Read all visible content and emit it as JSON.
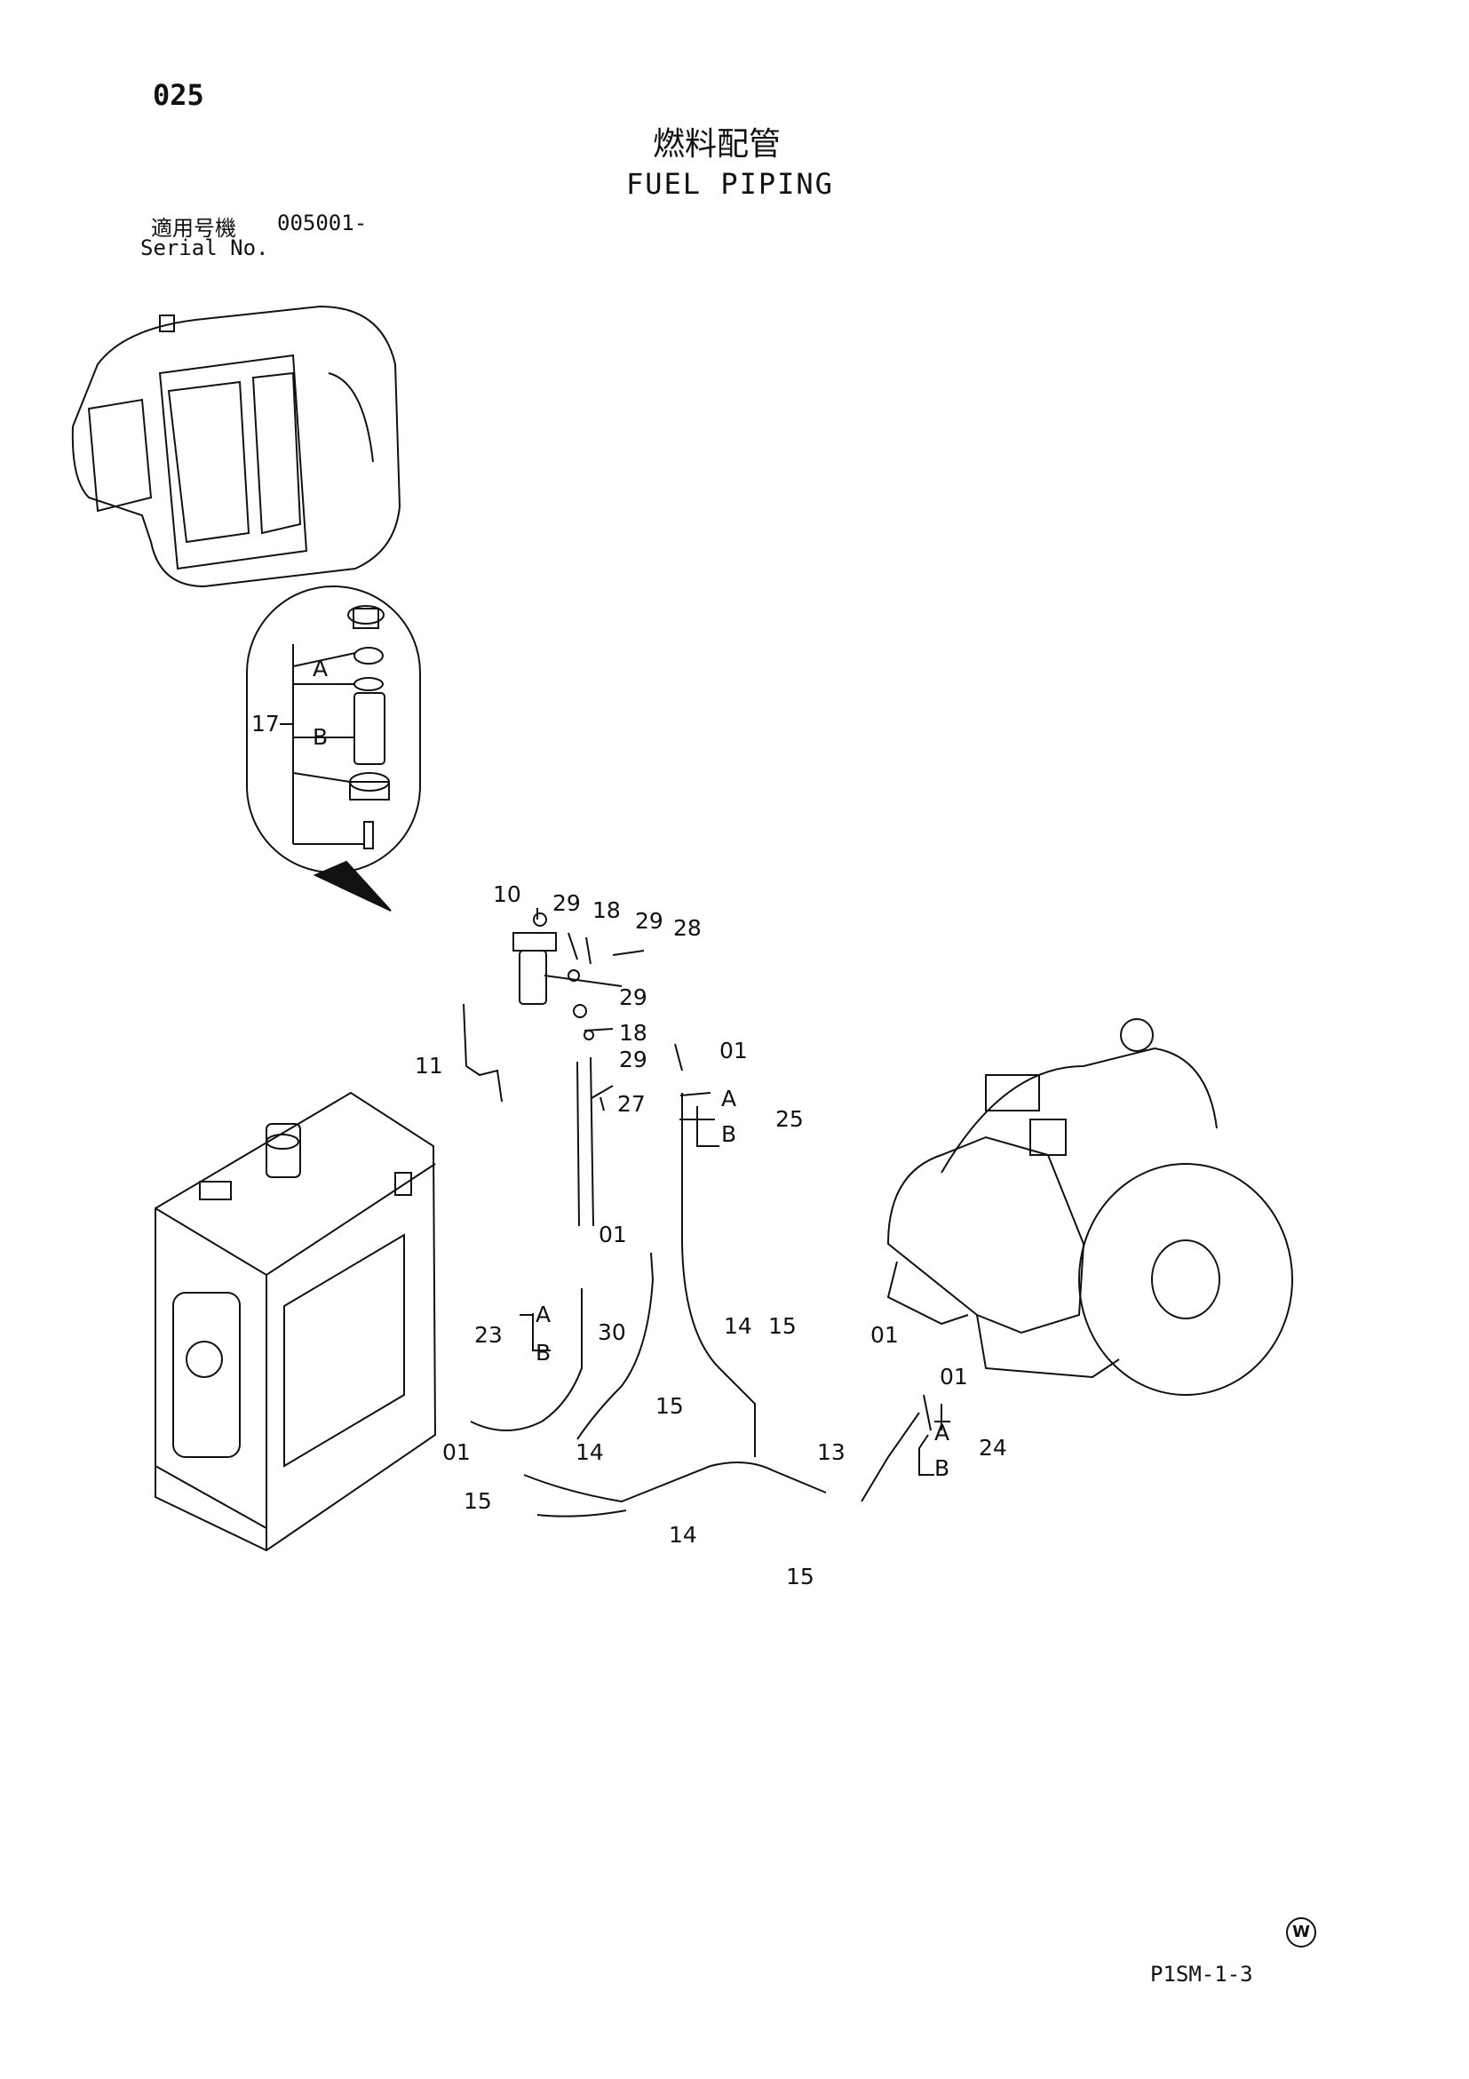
{
  "header": {
    "page_number": "025",
    "title_jp": "燃料配管",
    "title_en": "FUEL PIPING"
  },
  "serial": {
    "label_jp": "適用号機",
    "value": "005001-",
    "label_en": "Serial No."
  },
  "callouts": [
    {
      "id": "c-17",
      "text": "17"
    },
    {
      "id": "c-A-top",
      "text": "A"
    },
    {
      "id": "c-B-top",
      "text": "B"
    },
    {
      "id": "c-10",
      "text": "10"
    },
    {
      "id": "c-29a",
      "text": "29"
    },
    {
      "id": "c-18a",
      "text": "18"
    },
    {
      "id": "c-29b",
      "text": "29"
    },
    {
      "id": "c-28",
      "text": "28"
    },
    {
      "id": "c-29c",
      "text": "29"
    },
    {
      "id": "c-18b",
      "text": "18"
    },
    {
      "id": "c-29d",
      "text": "29"
    },
    {
      "id": "c-27",
      "text": "27"
    },
    {
      "id": "c-01a",
      "text": "01"
    },
    {
      "id": "c-11",
      "text": "11"
    },
    {
      "id": "c-A-25",
      "text": "A"
    },
    {
      "id": "c-B-25",
      "text": "B"
    },
    {
      "id": "c-25",
      "text": "25"
    },
    {
      "id": "c-01b",
      "text": "01"
    },
    {
      "id": "c-A-23",
      "text": "A"
    },
    {
      "id": "c-B-23",
      "text": "B"
    },
    {
      "id": "c-23",
      "text": "23"
    },
    {
      "id": "c-30",
      "text": "30"
    },
    {
      "id": "c-14a",
      "text": "14"
    },
    {
      "id": "c-15a",
      "text": "15"
    },
    {
      "id": "c-01c",
      "text": "01"
    },
    {
      "id": "c-01d",
      "text": "01"
    },
    {
      "id": "c-A-24",
      "text": "A"
    },
    {
      "id": "c-B-24",
      "text": "B"
    },
    {
      "id": "c-24",
      "text": "24"
    },
    {
      "id": "c-01e",
      "text": "01"
    },
    {
      "id": "c-15b",
      "text": "15"
    },
    {
      "id": "c-14b",
      "text": "14"
    },
    {
      "id": "c-15c",
      "text": "15"
    },
    {
      "id": "c-14c",
      "text": "14"
    },
    {
      "id": "c-13",
      "text": "13"
    },
    {
      "id": "c-15d",
      "text": "15"
    }
  ],
  "footer": {
    "w_mark": "W",
    "code": "P1SM-1-3"
  }
}
